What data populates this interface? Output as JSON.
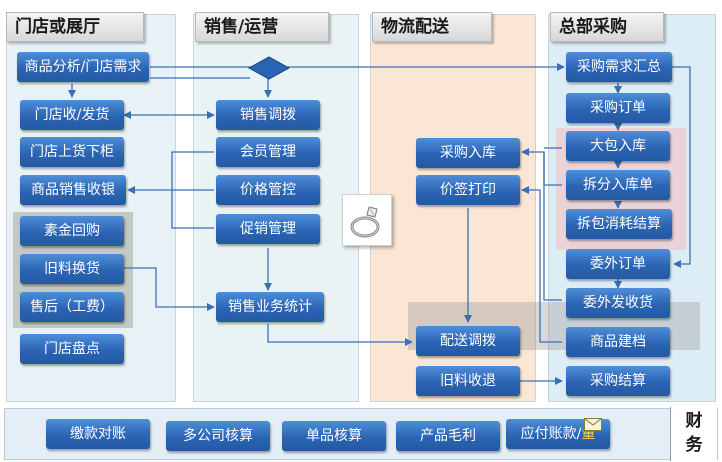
{
  "lanes": {
    "store": {
      "title": "门店或展厅"
    },
    "sales": {
      "title": "销售/运营"
    },
    "logistics": {
      "title": "物流配送"
    },
    "purchasing": {
      "title": "总部采购"
    }
  },
  "store_boxes": {
    "analysis": "商品分析/门店需求",
    "receive": "门店收/发货",
    "shelf": "门店上货下柜",
    "checkout": "商品销售收银",
    "gold": "素金回购",
    "exchange": "旧料换货",
    "aftersale": "售后（工费）",
    "inventory": "门店盘点"
  },
  "sales_boxes": {
    "transfer": "销售调拨",
    "member": "会员管理",
    "price": "价格管控",
    "promo": "促销管理",
    "stats": "销售业务统计"
  },
  "logistics_boxes": {
    "inbound": "采购入库",
    "tag": "价签打印",
    "dispatch": "配送调拨",
    "return": "旧料收退"
  },
  "purchasing_boxes": {
    "summary": "采购需求汇总",
    "order": "采购订单",
    "bulk": "大包入库",
    "split": "拆分入库单",
    "unpack": "拆包消耗结算",
    "outsource": "委外订单",
    "outsource_recv": "委外发收货",
    "archive": "商品建档",
    "settle": "采购结算"
  },
  "finance": {
    "label_1": "财",
    "label_2": "务",
    "items": [
      "缴款对账",
      "多公司核算",
      "单品核算",
      "产品毛利"
    ],
    "payable_text": "应付账款/",
    "payable_suffix": "量"
  },
  "colors": {
    "box": "#2b64b4",
    "arrow": "#3a6fb5",
    "store_lane": "#e8f2f6",
    "sales_lane": "#e9f3f4",
    "logistics_lane": "#fbe6d6",
    "purchasing_lane": "#dcedf6"
  },
  "icons": {
    "ring": "diamond-ring-icon",
    "mail": "envelope-icon",
    "decision": "decision-diamond"
  }
}
